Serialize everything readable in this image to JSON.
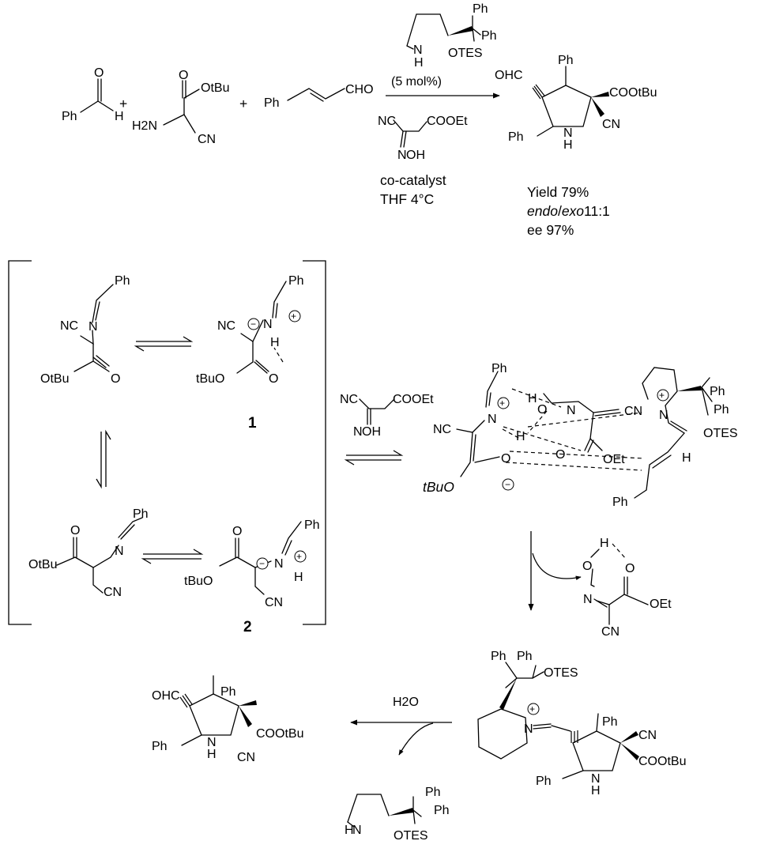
{
  "reaction": {
    "reactant_aldehyde": {
      "ph": "Ph",
      "h": "H",
      "o": "O"
    },
    "plus": "+",
    "aminoester": {
      "o": "O",
      "otbu": "OtBu",
      "h2n": "H2N",
      "cn": "CN"
    },
    "cinnamaldehyde": {
      "ph": "Ph",
      "cho": "CHO"
    },
    "catalyst": {
      "ph1": "Ph",
      "ph2": "Ph",
      "n": "N",
      "h": "H",
      "otes": "OTES",
      "loading": "(5 mol%)"
    },
    "cocatalyst": {
      "nc": "NC",
      "cooet": "COOEt",
      "n": "N",
      "oh": "OH",
      "label": "co-catalyst",
      "conditions": "THF 4°C"
    },
    "product": {
      "ohc": "OHC",
      "ph_top": "Ph",
      "cooetbu": "COOtBu",
      "ph_left": "Ph",
      "n": "N",
      "h": "H",
      "cn": "CN"
    },
    "results": {
      "yield": "Yield 79%",
      "endo": "endo",
      "slash": "/",
      "exo": "exo",
      "ratio": "11:1",
      "ee": "ee 97%"
    }
  },
  "mechanism": {
    "imine_a": {
      "ph": "Ph",
      "n": "N",
      "nc": "NC",
      "otbu": "OtBu",
      "o": "O"
    },
    "ylide_1": {
      "ph": "Ph",
      "nc": "NC",
      "n": "N",
      "h": "H",
      "tbuo": "tBuO",
      "o": "O",
      "minus": "−",
      "plus": "+",
      "label": "1"
    },
    "imine_b": {
      "ph": "Ph",
      "o": "O",
      "n": "N",
      "otbu": "OtBu",
      "cn": "CN"
    },
    "ylide_2": {
      "ph": "Ph",
      "o": "O",
      "tbuo": "tBuO",
      "n": "N",
      "h": "H",
      "cn": "CN",
      "minus": "−",
      "plus": "+",
      "label": "2"
    },
    "cocatalyst": {
      "nc": "NC",
      "cooet": "COOEt",
      "n": "N",
      "oh": "OH"
    },
    "ts": {
      "ph": "Ph",
      "h_top": "H",
      "o_top": "O",
      "n_top": "N",
      "cn_top": "CN",
      "n_left": "N",
      "nc": "NC",
      "tbuo": "tBuO",
      "o_left": "O",
      "h_mid": "H",
      "o_mid": "O",
      "oet": "OEt",
      "n_ring": "N",
      "ph1": "Ph",
      "ph2": "Ph",
      "otes": "OTES",
      "h_right": "H",
      "ph_bottom": "Ph",
      "minus": "−",
      "plus": "+"
    },
    "released": {
      "h": "H",
      "o1": "O",
      "o2": "O",
      "n": "N",
      "oet": "OEt",
      "cn": "CN"
    },
    "iminium": {
      "ph1": "Ph",
      "ph2": "Ph",
      "otes": "OTES",
      "n": "N",
      "ph": "Ph",
      "cn": "CN",
      "ph_left": "Ph",
      "n2": "N",
      "h": "H",
      "cootbu": "COOtBu",
      "plus": "+"
    },
    "hydrolysis": {
      "h2o": "H2O"
    },
    "final_product": {
      "ohc": "OHC",
      "ph_top": "Ph",
      "cootbu": "COOtBu",
      "ph_left": "Ph",
      "n": "N",
      "h": "H",
      "cn": "CN"
    },
    "catalyst_regen": {
      "n": "N",
      "h": "H",
      "ph1": "Ph",
      "ph2": "Ph",
      "otes": "OTES"
    }
  }
}
